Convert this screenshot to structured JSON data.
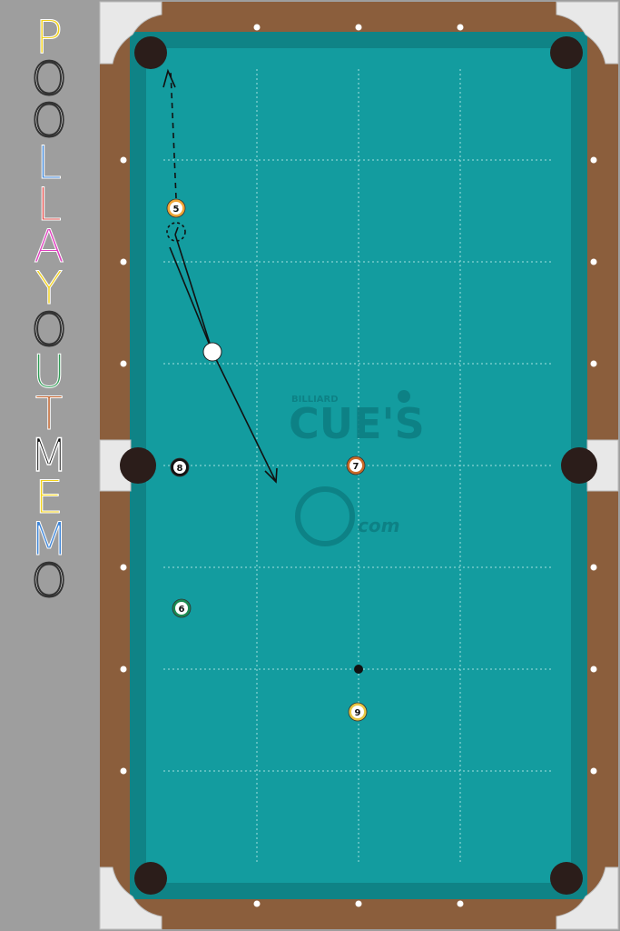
{
  "app": {
    "title_letters": [
      {
        "ch": "P",
        "color": "#f2d21a"
      },
      {
        "ch": "O",
        "color": "#ffffff"
      },
      {
        "ch": "O",
        "color": "#ffffff"
      },
      {
        "ch": "L",
        "color": "#3f86d8"
      },
      {
        "ch": "L",
        "color": "#e2504e"
      },
      {
        "ch": "A",
        "color": "#e040c0"
      },
      {
        "ch": "Y",
        "color": "#f2d21a"
      },
      {
        "ch": "O",
        "color": "#ffffff"
      },
      {
        "ch": "U",
        "color": "#2f9b55"
      },
      {
        "ch": "T",
        "color": "#b9561d"
      },
      {
        "ch": "M",
        "color": "#111111"
      },
      {
        "ch": "E",
        "color": "#f2d21a"
      },
      {
        "ch": "M",
        "color": "#3f86d8"
      },
      {
        "ch": "O",
        "color": "#ffffff"
      }
    ]
  },
  "table": {
    "felt_color": "#139c9f",
    "rail_color": "#8b5e3c",
    "logo": {
      "small": "BILLIARD",
      "main": "CUE'S",
      "secondary": "com"
    }
  },
  "balls": [
    {
      "id": "ball-5",
      "label": "5",
      "stripe": "#f0a636"
    },
    {
      "id": "ball-8",
      "label": "8",
      "stripe": "#111111"
    },
    {
      "id": "ball-7",
      "label": "7",
      "stripe": "#c86a28"
    },
    {
      "id": "ball-6",
      "label": "6",
      "stripe": "#1b8a52"
    },
    {
      "id": "ball-9",
      "label": "9",
      "stripe": "#e7c642"
    }
  ],
  "cue_ball": {
    "color": "#ffffff"
  }
}
